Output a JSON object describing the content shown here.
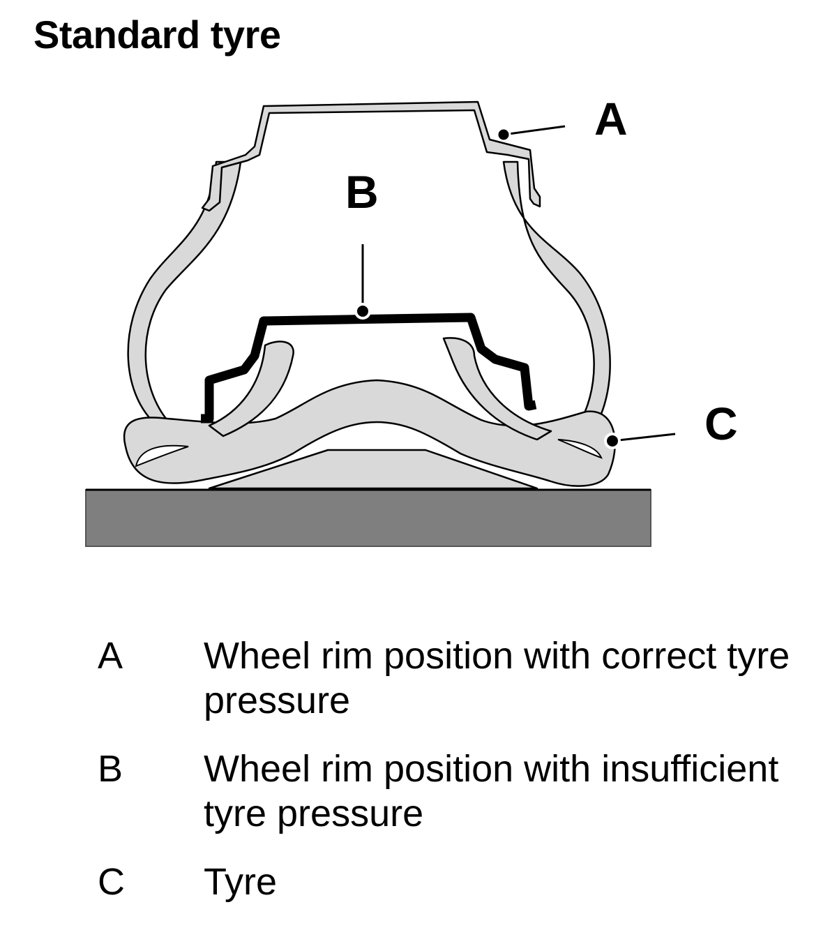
{
  "title": "Standard tyre",
  "diagram": {
    "callouts": [
      {
        "letter": "A"
      },
      {
        "letter": "B"
      },
      {
        "letter": "C"
      }
    ],
    "colors": {
      "tyre_fill": "#d9d9d9",
      "outline": "#000000",
      "ground": "#7f7f7f",
      "rim_deflated": "#000000"
    }
  },
  "legend": [
    {
      "key": "A",
      "text": "Wheel rim position with correct tyre pressure"
    },
    {
      "key": "B",
      "text": "Wheel rim position with insufficient tyre pressure"
    },
    {
      "key": "C",
      "text": "Tyre"
    }
  ]
}
